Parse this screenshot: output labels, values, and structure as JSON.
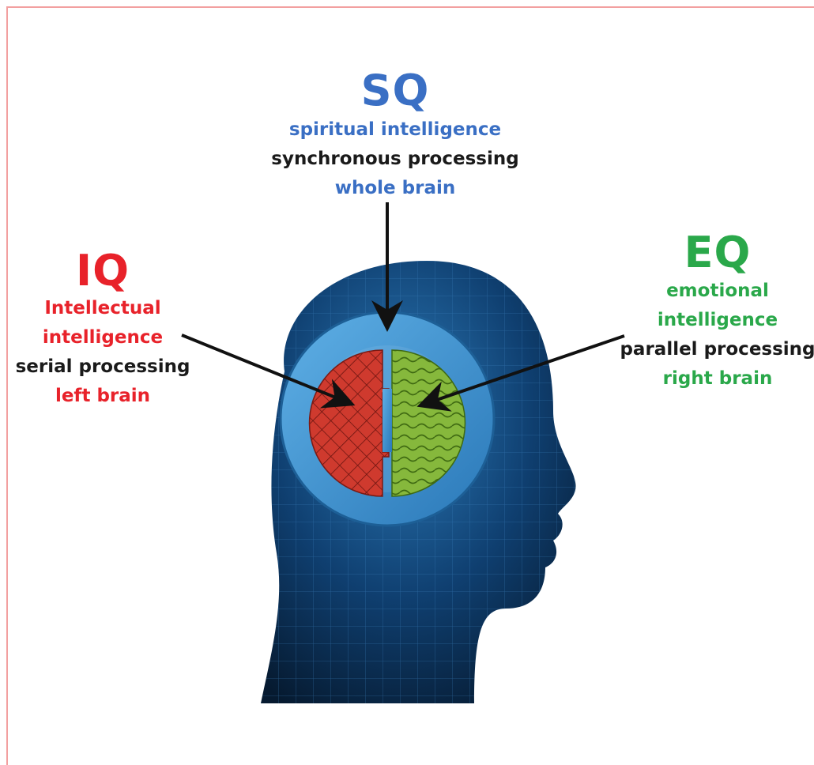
{
  "colors": {
    "sq": "#3a6fc4",
    "iq": "#e8222a",
    "eq": "#2aa84a",
    "neutral": "#1a1a1a",
    "ring": "#3a90cc",
    "left_hemisphere": "#d23a30",
    "right_hemisphere": "#7fb23a",
    "head": "#0d2e52"
  },
  "sq": {
    "title": "SQ",
    "line1": "spiritual intelligence",
    "line2": "synchronous processing",
    "line3": "whole brain"
  },
  "iq": {
    "title": "IQ",
    "line1": "Intellectual",
    "line2": "intelligence",
    "line3": "serial processing",
    "line4": "left brain"
  },
  "eq": {
    "title": "EQ",
    "line1": "emotional",
    "line2": "intelligence",
    "line3": "parallel processing",
    "line4": "right brain"
  },
  "icons": [
    "head-silhouette-icon",
    "brain-ring-icon",
    "left-hemisphere-icon",
    "right-hemisphere-icon"
  ]
}
